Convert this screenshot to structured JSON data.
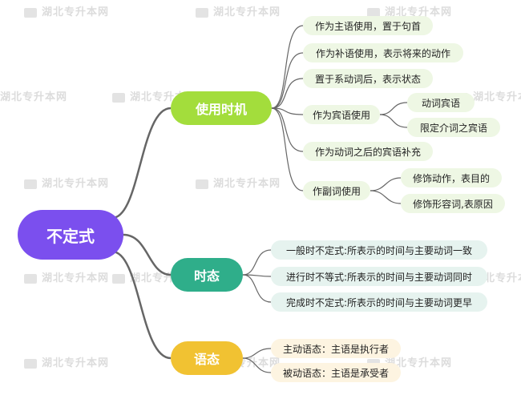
{
  "watermark": "湖北专升本网",
  "root": {
    "label": "不定式"
  },
  "branches": {
    "usage": {
      "label": "使用时机",
      "items": [
        {
          "label": "作为主语使用，置于句首"
        },
        {
          "label": "作为补语使用，表示将来的动作"
        },
        {
          "label": "置于系动词后，表示状态"
        },
        {
          "label": "作为宾语使用",
          "children": [
            {
              "label": "动词宾语"
            },
            {
              "label": "限定介词之宾语"
            }
          ]
        },
        {
          "label": "作为动词之后的宾语补充"
        },
        {
          "label": "作副词使用",
          "children": [
            {
              "label": "修饰动作，表目的"
            },
            {
              "label": "修饰形容词,表原因"
            }
          ]
        }
      ]
    },
    "tense": {
      "label": "时态",
      "items": [
        {
          "label": "一般时不定式:所表示的时间与主要动词一致"
        },
        {
          "label": "进行时不等式:所表示的时间与主要动词同时"
        },
        {
          "label": "完成时不定式:所表示的时间与主要动词更早"
        }
      ]
    },
    "voice": {
      "label": "语态",
      "items": [
        {
          "label": "主动语态：主语是执行者"
        },
        {
          "label": "被动语态：主语是承受者"
        }
      ]
    }
  },
  "colors": {
    "root": "#7b4fee",
    "usage": "#a3dd3c",
    "tense": "#2fae8a",
    "voice": "#f1c232",
    "line": "#666666"
  }
}
